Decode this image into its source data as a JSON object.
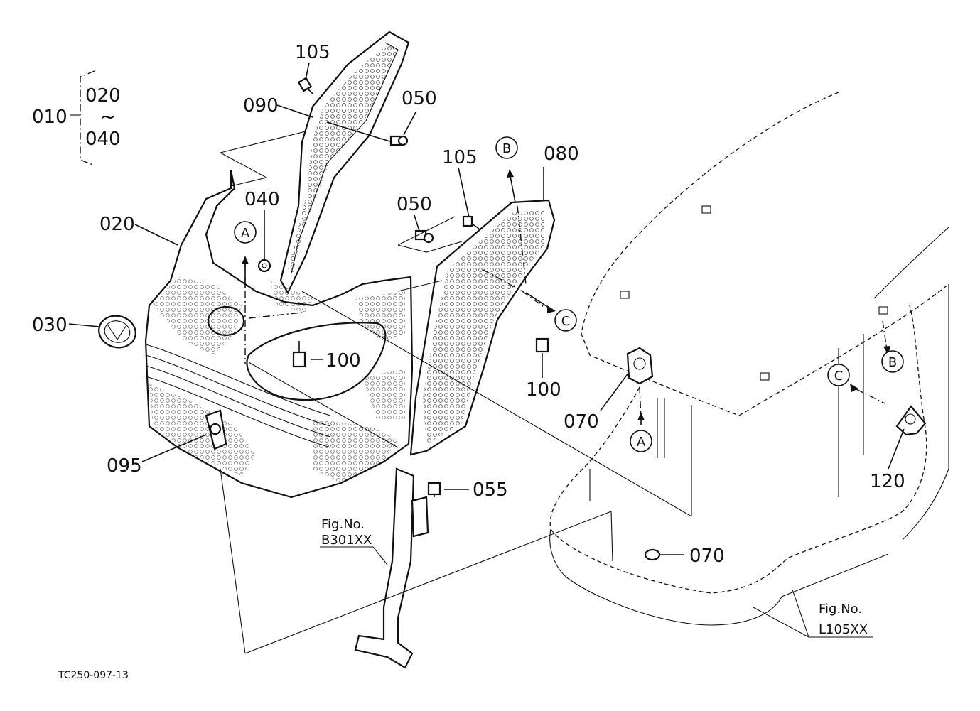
{
  "diagram_id": "TC250-097-13",
  "bracket_group": {
    "main": "010",
    "top": "020",
    "tilde": "~",
    "bottom": "040"
  },
  "callouts": {
    "p105a": "105",
    "p090": "090",
    "p050a": "050",
    "p040": "040",
    "p020": "020",
    "p030": "030",
    "p100a": "100",
    "p095": "095",
    "p105b": "105",
    "p080": "080",
    "p050b": "050",
    "p100b": "100",
    "p055": "055",
    "p070a": "070",
    "p070b": "070",
    "p120": "120"
  },
  "refs": {
    "a1": "A",
    "a2": "A",
    "b1": "B",
    "b2": "B",
    "c1": "C",
    "c2": "C"
  },
  "figrefs": {
    "fig1_line1": "Fig.No.",
    "fig1_line2": "B301XX",
    "fig2_line1": "Fig.No.",
    "fig2_line2": "L105XX"
  }
}
